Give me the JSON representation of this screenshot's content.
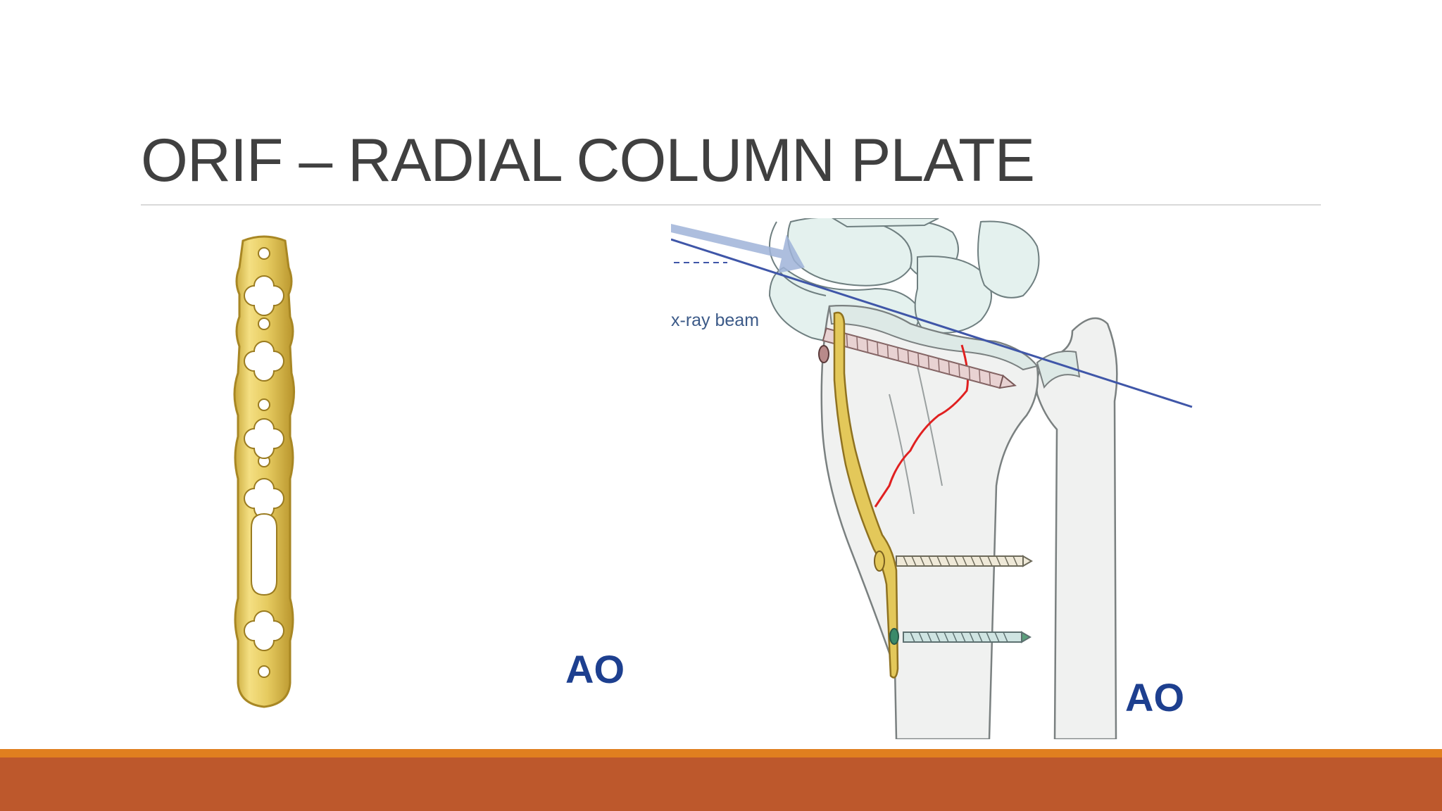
{
  "slide": {
    "title": "ORIF – RADIAL COLUMN PLATE"
  },
  "figures": {
    "plate": {
      "logo_text": "AO"
    },
    "wrist": {
      "logo_text": "AO",
      "beam_label": "x-ray beam"
    }
  },
  "colors": {
    "title": "#404040",
    "rule": "#d9d9d9",
    "footer_accent": "#e07f1f",
    "footer_band": "#bd582c",
    "plate_gold": "#e3c85a",
    "fracture_line": "#e02020",
    "beam_line": "#3f56a8",
    "ao_logo": "#1d3f8f"
  }
}
